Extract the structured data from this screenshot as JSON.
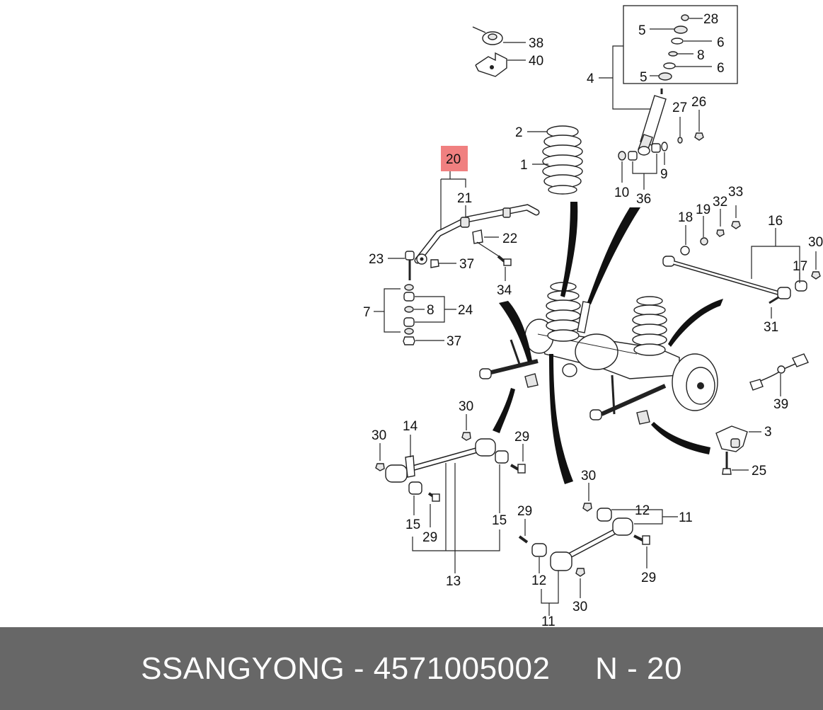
{
  "diagram": {
    "highlighted_part": "20",
    "callouts": [
      "28",
      "5",
      "6",
      "8",
      "6",
      "5",
      "4",
      "38",
      "40",
      "27",
      "26",
      "2",
      "1",
      "10",
      "9",
      "36",
      "20",
      "21",
      "22",
      "23",
      "37",
      "34",
      "7",
      "8",
      "24",
      "37",
      "18",
      "19",
      "32",
      "33",
      "16",
      "30",
      "17",
      "31",
      "39",
      "30",
      "14",
      "29",
      "30",
      "15",
      "29",
      "15",
      "13",
      "3",
      "25",
      "30",
      "12",
      "11",
      "29",
      "29",
      "12",
      "30",
      "11"
    ]
  },
  "footer": {
    "brand": "SSANGYONG",
    "part_number": "4571005002",
    "ref": "N - 20",
    "text": "SSANGYONG - 4571005002     N - 20"
  },
  "colors": {
    "footer_bg": "#676767",
    "footer_text": "#ffffff",
    "highlight": "#f08080"
  }
}
